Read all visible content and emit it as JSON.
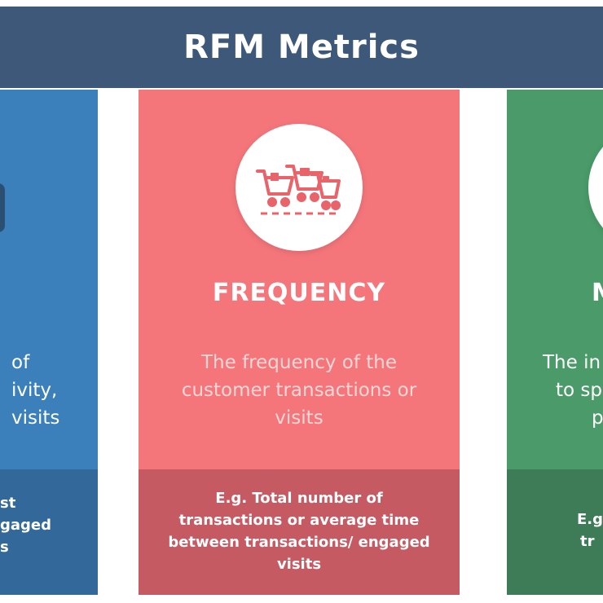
{
  "header": {
    "title": "RFM Metrics"
  },
  "cards": {
    "recency": {
      "title": "",
      "desc_lines": [
        "of",
        "ivity,",
        "visits"
      ],
      "example_lines": [
        "st",
        "gaged",
        "s"
      ]
    },
    "frequency": {
      "title": "FREQUENCY",
      "desc": "The frequency of the customer transactions or visits",
      "example": "E.g. Total number of transactions or average time between transactions/ engaged visits",
      "icon": "shopping-carts-icon"
    },
    "monetary": {
      "title": "M",
      "desc_lines": [
        "The in",
        "to sp",
        "pro"
      ],
      "example_lines": [
        "E.g",
        "tr"
      ]
    }
  },
  "colors": {
    "header": "#3d5878",
    "recency": "#3b80ba",
    "frequency": "#f4767b",
    "monetary": "#4a9b69"
  }
}
